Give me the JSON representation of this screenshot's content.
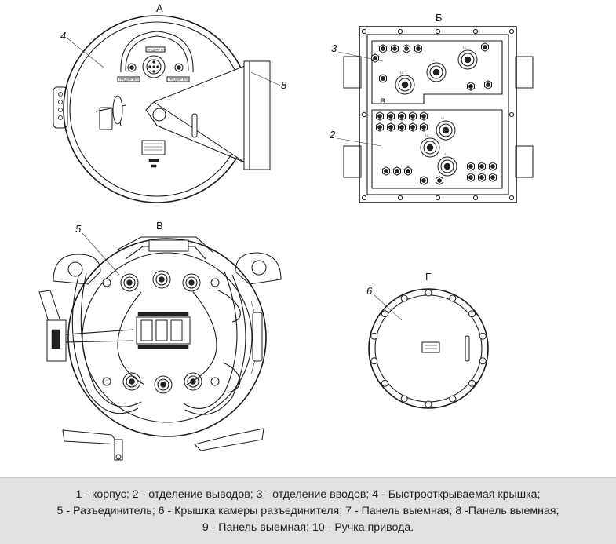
{
  "views": {
    "a": "А",
    "b": "Б",
    "v": "В",
    "g": "Г",
    "section_v": "В"
  },
  "callouts": [
    "4",
    "8",
    "3",
    "2",
    "5",
    "6"
  ],
  "plate_labels": {
    "top": "ПРЕДЗАР ВЛЗ",
    "left": "ПРЕДЗАР ВЛЗ",
    "right": "ПРЕДЗАР ВЛЗ"
  },
  "terminal_labels": [
    "L1",
    "L2",
    "L3",
    "L1",
    "L2",
    "L3"
  ],
  "legend": {
    "line1": "1 - корпус; 2 - отделение выводов; 3 - отделение вводов; 4 - Быстрооткрываемая крышка;",
    "line2": "5 - Разъединитель; 6 - Крышка камеры разъединителя; 7 - Панель выемная; 8 -Панель выемная;",
    "line3": "9 - Панель выемная; 10 - Ручка привода."
  }
}
